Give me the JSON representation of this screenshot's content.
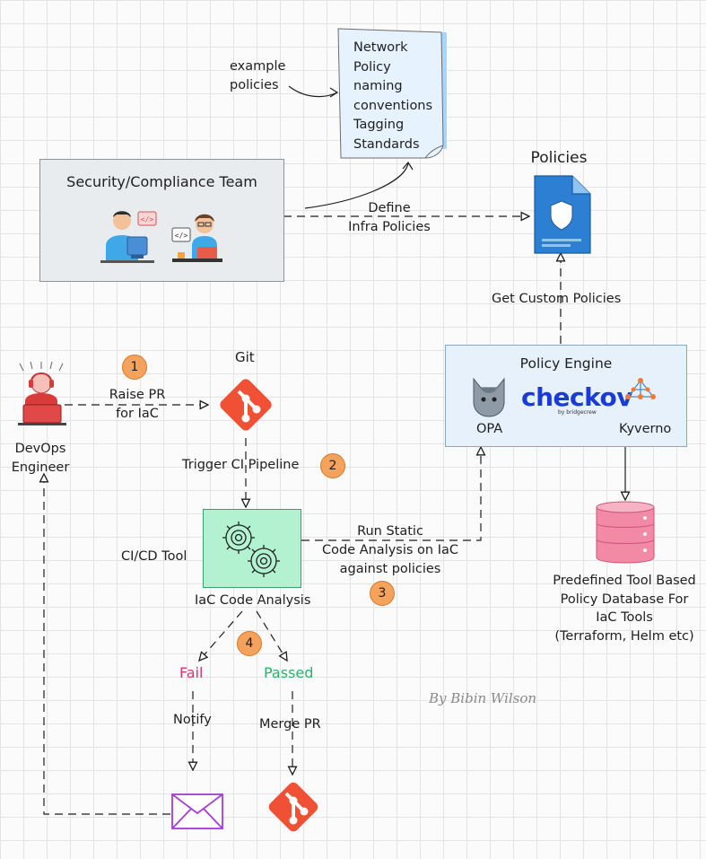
{
  "note": {
    "lines": [
      "Network",
      "Policy",
      "naming",
      "conventions",
      "Tagging",
      "Standards"
    ],
    "side_label": [
      "example",
      "policies"
    ]
  },
  "security_team": {
    "title": "Security/Compliance Team"
  },
  "define_label": [
    "Define",
    "Infra Policies"
  ],
  "policies": {
    "title": "Policies"
  },
  "get_custom_label": "Get Custom Policies",
  "policy_engine": {
    "title": "Policy Engine",
    "tools": [
      "OPA",
      "Kyverno"
    ],
    "checkov": {
      "wordmark": "checkov",
      "sub": "by bridgecrew"
    }
  },
  "database_label": [
    "Predefined Tool Based",
    "Policy Database For",
    "IaC Tools",
    "(Terraform, Helm etc)"
  ],
  "devops": [
    "DevOps",
    "Engineer"
  ],
  "git_label": "Git",
  "raise_pr": [
    "Raise PR",
    "for IaC"
  ],
  "trigger_ci": "Trigger CI Pipeline",
  "ci_tool_label": "CI/CD Tool",
  "iac_analysis_label": "IaC Code Analysis",
  "run_static": [
    "Run Static",
    "Code Analysis on IaC",
    "against policies"
  ],
  "fail_label": "Fail",
  "passed_label": "Passed",
  "notify_label": "Notify",
  "merge_pr_label": "Merge PR",
  "signature": "By Bibin Wilson",
  "steps": [
    "1",
    "2",
    "3",
    "4"
  ],
  "colors": {
    "git": "#f05033",
    "policy_doc": "#2d7fd3",
    "db": "#f28aa6",
    "fail": "#e03170",
    "pass": "#24b56a",
    "mail": "#a83bd8",
    "badge": "#f5a25c",
    "ci_box": "#b2f2d0",
    "engine_box": "#e6f1fb"
  }
}
